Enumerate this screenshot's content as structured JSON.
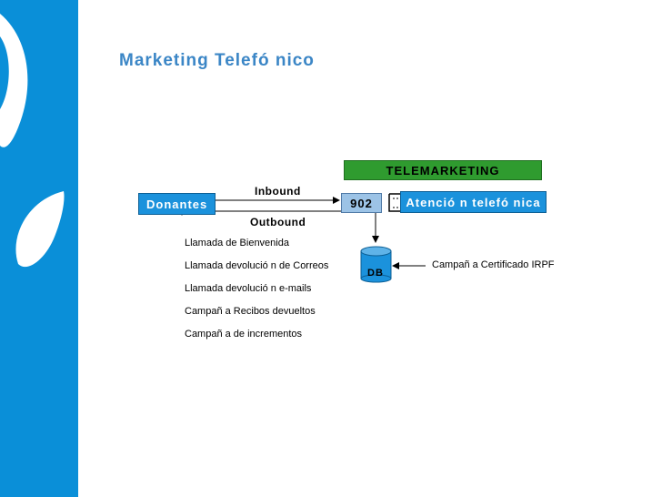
{
  "slide": {
    "title": "Marketing Telefó nico"
  },
  "diagram": {
    "telemarketing_label": "TELEMARKETING",
    "donantes_label": "Donantes",
    "number_label": "902",
    "atencion_label": "Atenció n telefó nica",
    "db_label": "DB",
    "inbound_label": "Inbound",
    "outbound_label": "Outbound",
    "campana_irpf_label": "Campañ a Certificado IRPF",
    "outbound_items": [
      "Llamada de Bienvenida",
      "Llamada devolució n de Correos",
      "Llamada devolució n e-mails",
      "Campañ a Recibos devueltos",
      "Campañ a de incrementos"
    ]
  },
  "colors": {
    "side_band": "#0a8fd8",
    "title": "#3b86c6",
    "telemarketing_box": "#2f9b2f",
    "blue_box": "#1b92dc",
    "number_box": "#9cc3e6",
    "db_cylinder": "#1b92dc"
  }
}
